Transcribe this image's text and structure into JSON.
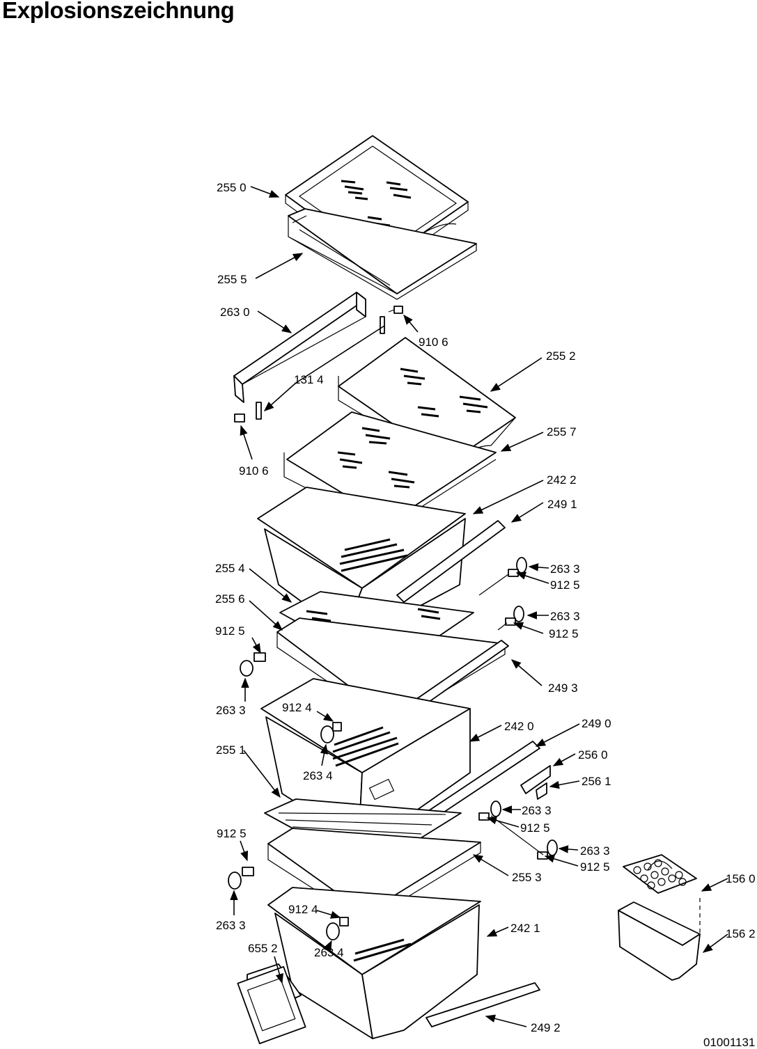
{
  "title": "Explosionszeichnung",
  "document_number": "01001131",
  "part_labels": {
    "p2550": "255 0",
    "p2555": "255 5",
    "p2630": "263 0",
    "p9106a": "910 6",
    "p2552": "255 2",
    "p1314": "131 4",
    "p9106b": "910 6",
    "p2557": "255 7",
    "p2422": "242 2",
    "p2491": "249 1",
    "p2554": "255 4",
    "p2633a": "263 3",
    "p9125a": "912 5",
    "p2556": "255 6",
    "p2633b": "263 3",
    "p9125b": "912 5",
    "p9125c": "912 5",
    "p2493": "249 3",
    "p2633c": "263 3",
    "p9124a": "912 4",
    "p2420": "242 0",
    "p2490": "249 0",
    "p2551": "255 1",
    "p2560": "256 0",
    "p2634a": "263 4",
    "p2561": "256 1",
    "p2633d": "263 3",
    "p9125d": "912 5",
    "p9125e": "912 5",
    "p2633e": "263 3",
    "p9125f": "912 5",
    "p2553": "255 3",
    "p1560": "156 0",
    "p2633f": "263 3",
    "p9124b": "912 4",
    "p2421": "242 1",
    "p1562": "156 2",
    "p6552": "655 2",
    "p2634b": "263 4",
    "p2492": "249 2"
  }
}
